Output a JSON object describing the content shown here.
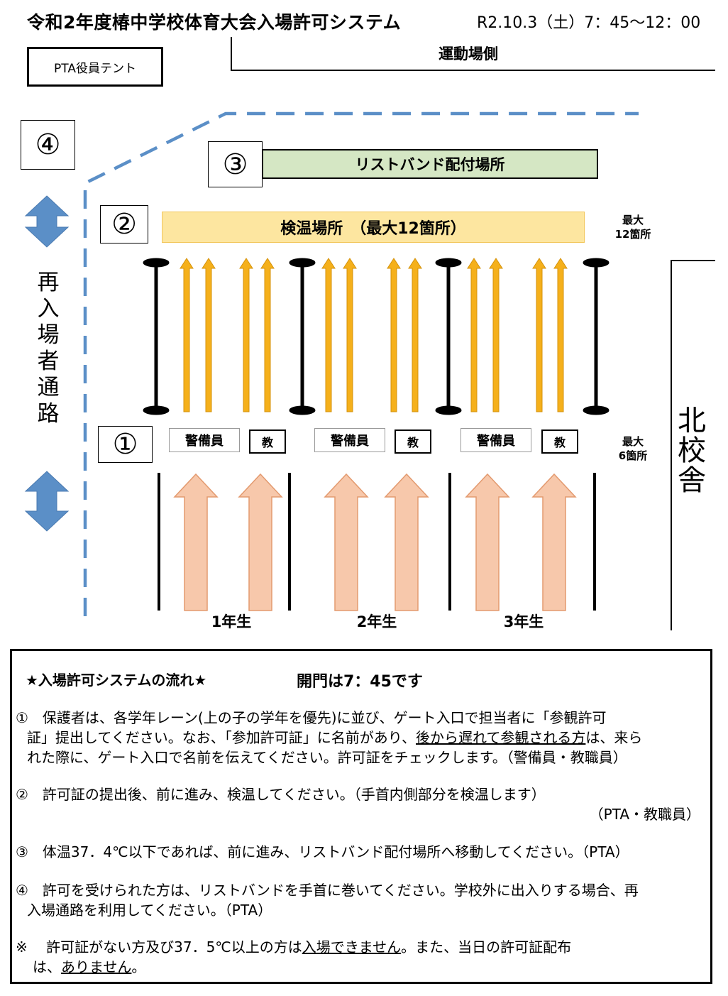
{
  "header": {
    "title": "令和2年度椿中学校体育大会入場許可システム",
    "date": "R2.10.3（土）7：45〜12：00"
  },
  "diagram": {
    "pta_tent": "PTA役員テント",
    "field_side": "運動場側",
    "markers": [
      "④",
      "③",
      "②",
      "①"
    ],
    "wristband_area": "リストバンド配付場所",
    "temp_check_area": "検温場所　（最大12箇所）",
    "max_12": [
      "最大",
      "12箇所"
    ],
    "max_6": [
      "最大",
      "6箇所"
    ],
    "reentry_path": [
      "再",
      "入",
      "場",
      "者",
      "通",
      "路"
    ],
    "north_building": [
      "北",
      "校",
      "舎"
    ],
    "guard": "警備員",
    "teacher": "教",
    "grades": [
      "1年生",
      "2年生",
      "3年生"
    ]
  },
  "colors": {
    "path_blue": "#5b8fc7",
    "yellow_arrow": "#f5b01b",
    "peach_arrow": "#f7c8ab",
    "green_band": "#d5e7c4",
    "yellow_band": "#fde6a0"
  },
  "flow": {
    "title": "★入場許可システムの流れ★",
    "gate_open": "開門は7：45です",
    "step1_a": "①　保護者は、各学年レーン(上の子の学年を優先)に並び、ゲート入口で担当者に「参観許可",
    "step1_b": "証」提出してください。なお、「参加許可証」に名前があり、",
    "step1_b_u": "後から遅れて参観される方",
    "step1_b_end": "は、来ら",
    "step1_c": "れた際に、ゲート入口で名前を伝えてください。許可証をチェックします。（警備員・教職員）",
    "step2_a": "②　許可証の提出後、前に進み、検温してください。（手首内側部分を検温します）",
    "step2_b": "（PTA・教職員）",
    "step3": "③　体温37．4℃以下であれば、前に進み、リストバンド配付場所へ移動してください。（PTA）",
    "step4_a": "④　許可を受けられた方は、リストバンドを手首に巻いてください。学校外に出入りする場合、再",
    "step4_b": "入場通路を利用してください。（PTA）",
    "note_a": "※　 許可証がない方及び37．5℃以上の方は",
    "note_a_u": "入場できません",
    "note_a_end": "。また、当日の許可証配布",
    "note_b": "は、",
    "note_b_u": "ありません",
    "note_b_end": "。"
  }
}
